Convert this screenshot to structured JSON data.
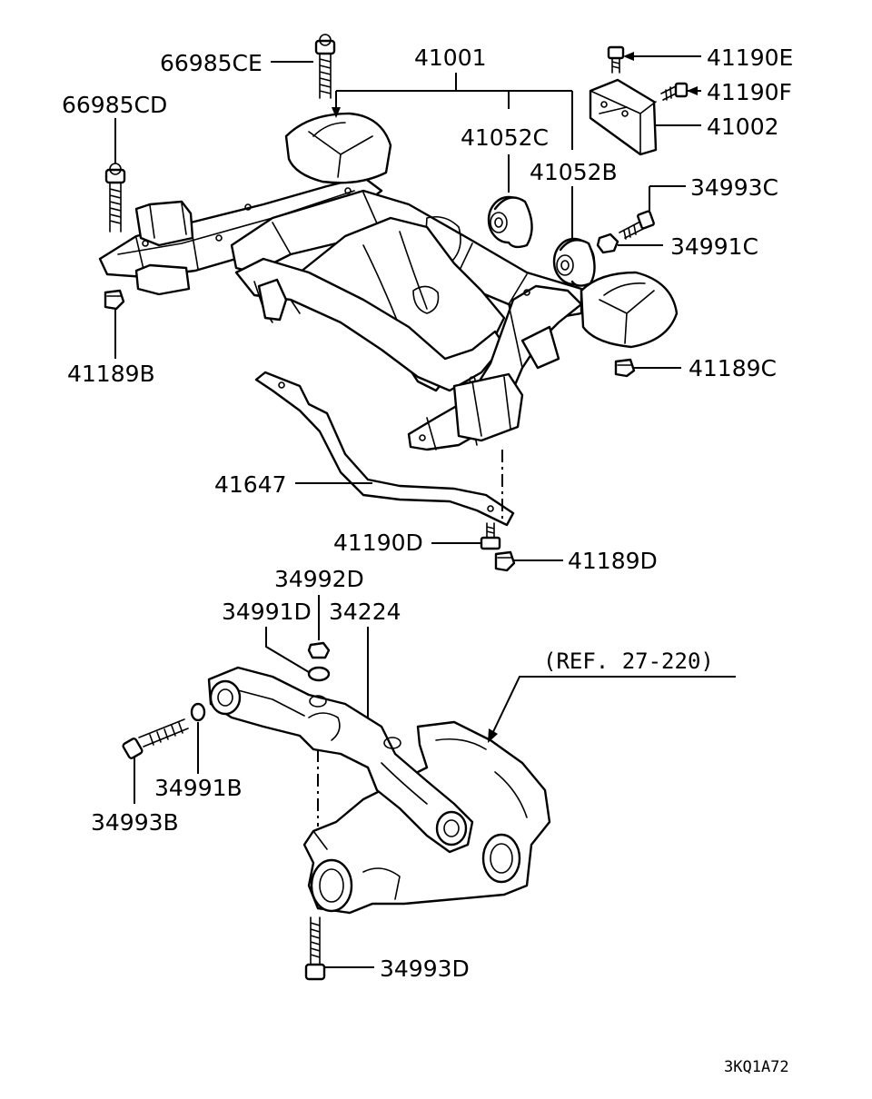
{
  "labels": {
    "l66985CE": "66985CE",
    "l41001": "41001",
    "l41190E": "41190E",
    "l41190F": "41190F",
    "l41002": "41002",
    "l66985CD": "66985CD",
    "l41052C": "41052C",
    "l41052B": "41052B",
    "l34993C": "34993C",
    "l34991C": "34991C",
    "l41189B": "41189B",
    "l41189C": "41189C",
    "l41647": "41647",
    "l41190D": "41190D",
    "l41189D": "41189D",
    "l34992D": "34992D",
    "l34991D": "34991D",
    "l34224": "34224",
    "ref": "(REF. 27-220)",
    "l34991B": "34991B",
    "l34993B": "34993B",
    "l34993D": "34993D",
    "code": "3KQ1A72"
  }
}
